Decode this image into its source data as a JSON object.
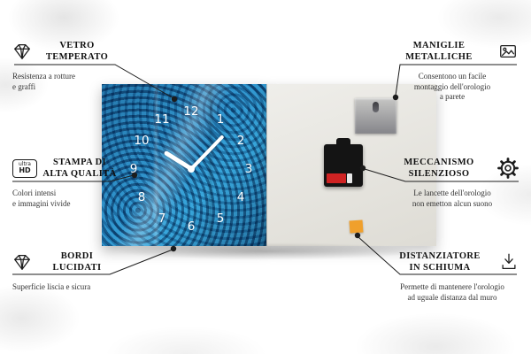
{
  "product": {
    "name": "glass-wall-clock",
    "clock": {
      "numbers": [
        "12",
        "1",
        "2",
        "3",
        "4",
        "5",
        "6",
        "7",
        "8",
        "9",
        "10",
        "11"
      ],
      "face_color": "#1f7fc0",
      "hands_color": "#ffffff"
    },
    "back": {
      "panel_color": "#e7e5df",
      "foam_spacer_color": "#f0a02c",
      "battery_color": "#cf2323"
    }
  },
  "icons": {
    "ultra_hd": {
      "line1": "ultra",
      "line2": "HD"
    }
  },
  "callouts": [
    {
      "id": "vetro-temperato",
      "side": "left",
      "icon": "diamond-icon",
      "title": "VETRO\nTEMPERATO",
      "desc": "Resistenza a rotture\ne graffi"
    },
    {
      "id": "stampa-alta-qualita",
      "side": "left",
      "icon": "ultra-hd-icon",
      "title": "STAMPA DI\nALTA QUALITÀ",
      "desc": "Colori intensi\ne immagini vivide"
    },
    {
      "id": "bordi-lucidati",
      "side": "left",
      "icon": "gem-icon",
      "title": "BORDI\nLUCIDATI",
      "desc": "Superficie liscia e sicura"
    },
    {
      "id": "maniglie-metalliche",
      "side": "right",
      "icon": "picture-icon",
      "title": "MANIGLIE\nMETALLICHE",
      "desc": "Consentono un facile\nmontaggio dell'orologio\na parete"
    },
    {
      "id": "meccanismo-silenzioso",
      "side": "right",
      "icon": "gear-icon",
      "title": "MECCANISMO\nSILENZIOSO",
      "desc": "Le lancette dell'orologio\nnon emetton alcun suono"
    },
    {
      "id": "distanziatore-schiuma",
      "side": "right",
      "icon": "foam-spacer-icon",
      "title": "DISTANZIATORE\nIN SCHIUMA",
      "desc": "Permette di mantenere l'orologio\nad uguale distanza dal muro"
    }
  ],
  "colors": {
    "line": "#1c1c1c",
    "accent_orange": "#f0a02c",
    "clock_blue": "#1f7fc0"
  }
}
